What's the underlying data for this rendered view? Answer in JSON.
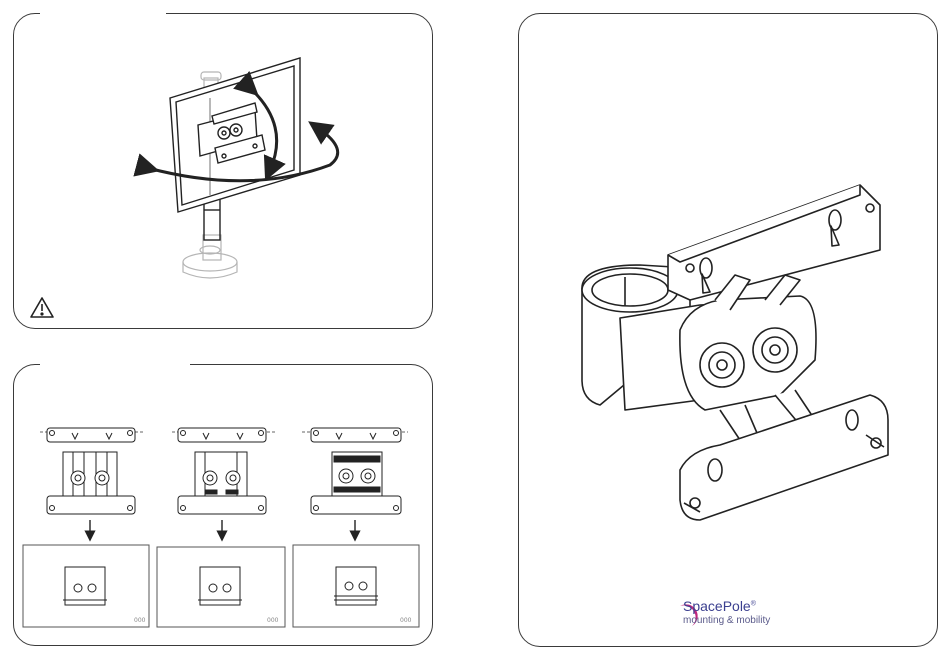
{
  "brand": {
    "name": "SpacePole",
    "registered_mark": "®",
    "tagline": "mounting & mobility",
    "colors": {
      "primary": "#3b3f8f",
      "accent": "#c0287f"
    }
  },
  "panels": {
    "rotation": {
      "warning_icon": "warning-triangle-icon"
    },
    "installation_steps": {
      "step_count": 3,
      "arrow_icon": "arrow-down-icon"
    },
    "product": {
      "subject": "pole-clamp-mounting-bracket"
    }
  },
  "colors": {
    "line": "#222222",
    "panel_border": "#3a3a3a",
    "faded": "#bdbdbd"
  }
}
